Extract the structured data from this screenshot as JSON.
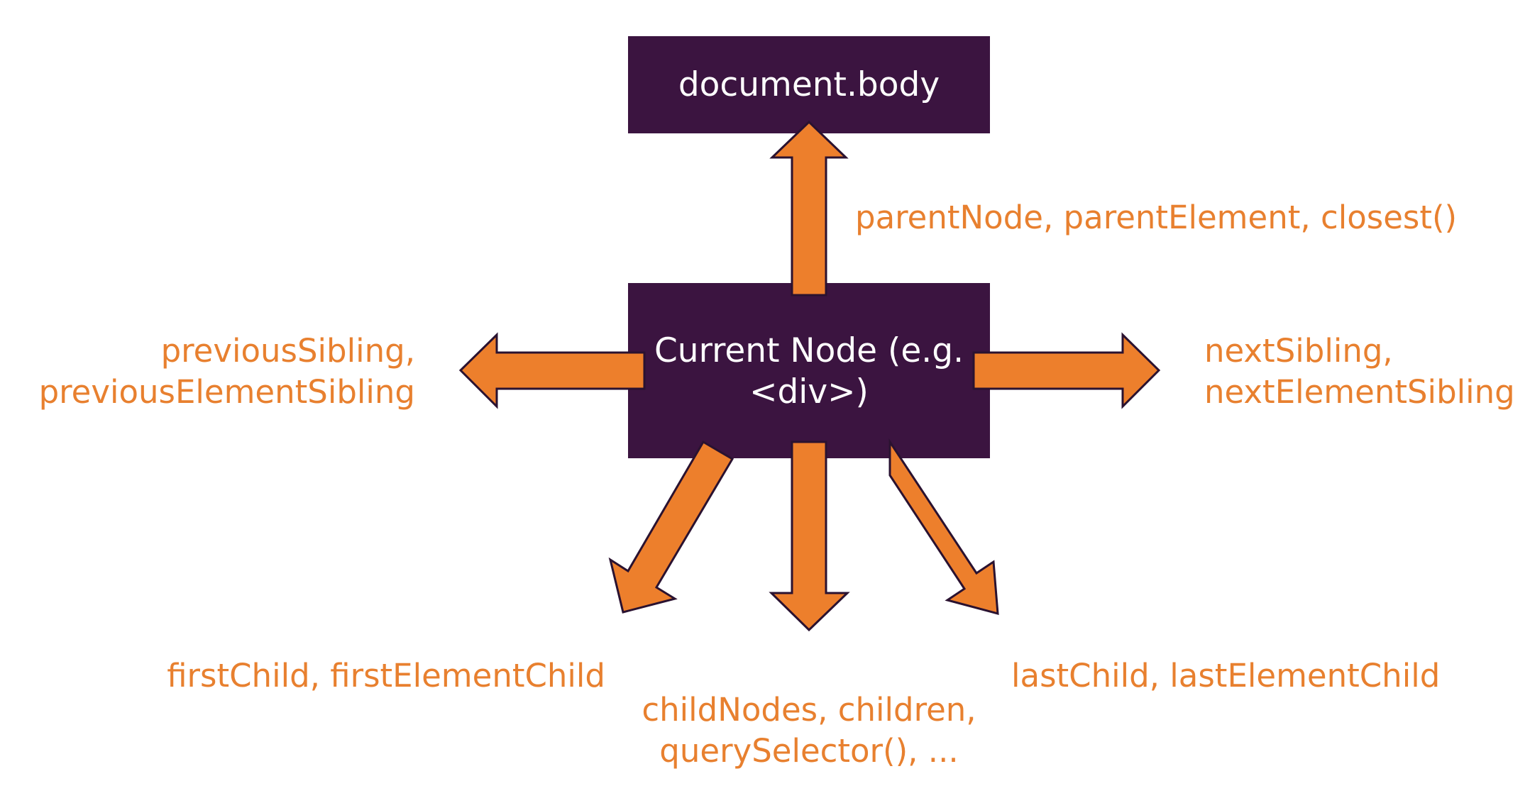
{
  "colors": {
    "node_fill": "#3b1440",
    "arrow_fill": "#ed7f2c",
    "arrow_stroke": "#2a1230",
    "label_text": "#e8802f",
    "node_text": "#ffffff"
  },
  "nodes": {
    "top": {
      "label": "document.body"
    },
    "current": {
      "label_line1": "Current Node (e.g.",
      "label_line2": "<div>)"
    }
  },
  "edges": {
    "parent": {
      "text": "parentNode, parentElement, closest()"
    },
    "previous": {
      "line1": "previousSibling,",
      "line2": "previousElementSibling"
    },
    "next": {
      "line1": "nextSibling,",
      "line2": "nextElementSibling"
    },
    "first_child": {
      "text": "firstChild, firstElementChild"
    },
    "children": {
      "line1": "childNodes, children,",
      "line2": "querySelector(), ..."
    },
    "last_child": {
      "text": "lastChild, lastElementChild"
    }
  }
}
